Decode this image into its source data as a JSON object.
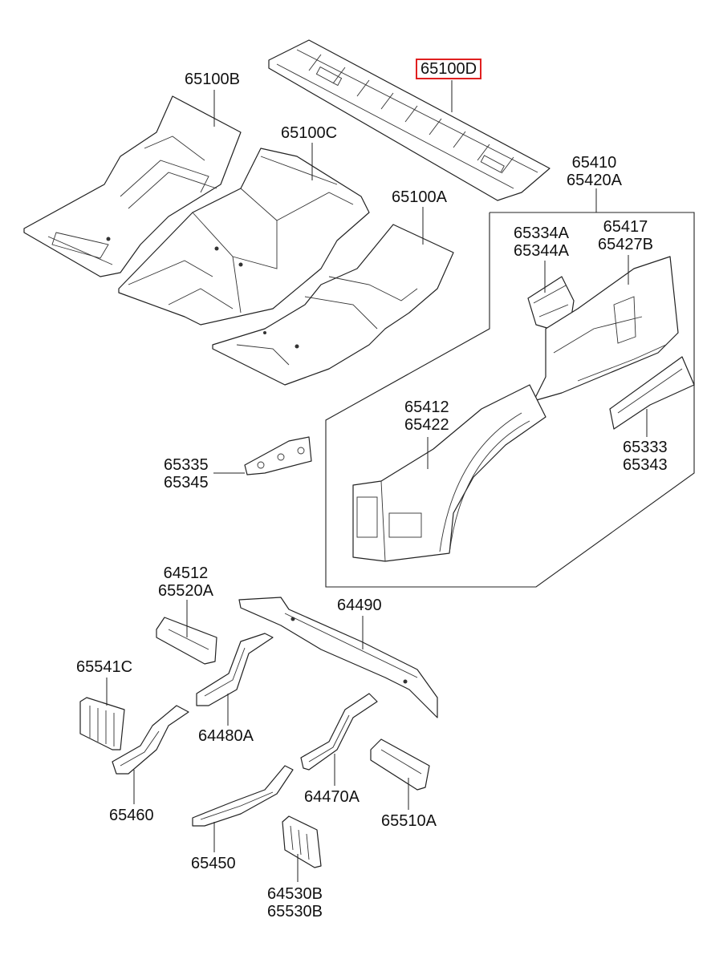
{
  "diagram": {
    "labels": {
      "p65100D": "65100D",
      "p65100B": "65100B",
      "p65100C": "65100C",
      "p65100A": "65100A",
      "p65410_a": "65410",
      "p65410_b": "65420A",
      "p65334_a": "65334A",
      "p65334_b": "65344A",
      "p65417_a": "65417",
      "p65417_b": "65427B",
      "p65412_a": "65412",
      "p65412_b": "65422",
      "p65333_a": "65333",
      "p65333_b": "65343",
      "p65335_a": "65335",
      "p65335_b": "65345",
      "p64512_a": "64512",
      "p64512_b": "65520A",
      "p64490": "64490",
      "p65541C": "65541C",
      "p64480A": "64480A",
      "p65460": "65460",
      "p64470A": "64470A",
      "p65510A": "65510A",
      "p65450": "65450",
      "p64530_a": "64530B",
      "p64530_b": "65530B"
    },
    "highlight_color": "#e02020"
  }
}
